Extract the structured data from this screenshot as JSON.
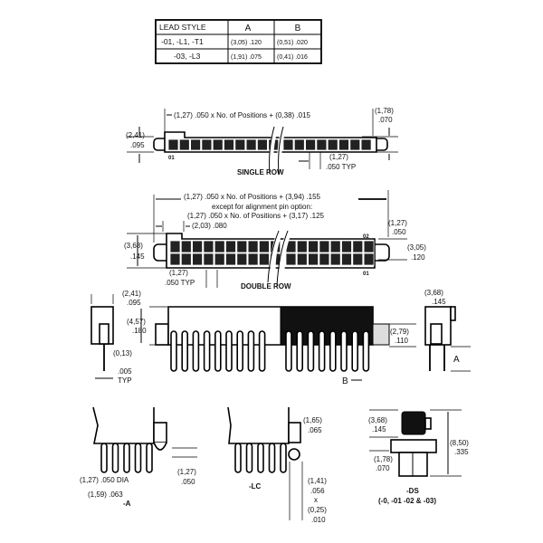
{
  "table": {
    "headers": [
      "LEAD STYLE",
      "A",
      "B"
    ],
    "rows": [
      [
        "-01, -L1, -T1",
        "(3,05) .120",
        "(0,51) .020"
      ],
      [
        "-03, -L3",
        "(1,91) .075",
        "(0,41) .016"
      ]
    ]
  },
  "single_row": {
    "label": "SINGLE ROW",
    "length_dim": "(1,27) .050 x No. of Positions + (0,38) .015",
    "height_mm": "(2,41)",
    "height_in": ".095",
    "tab_mm": "(1,78)",
    "tab_in": ".070",
    "pitch_mm": "(1,27)",
    "pitch_in": ".050 TYP",
    "pin1": "01"
  },
  "double_row": {
    "label": "DOUBLE ROW",
    "length_dim_1": "(1,27) .050 x No. of Positions + (3,94) .155",
    "length_dim_2": "except for alignment pin option:",
    "length_dim_3": "(1,27) .050 x No. of Positions + (3,17) .125",
    "offset_dim": "(2,03) .080",
    "height_mm": "(3,68)",
    "height_in": ".145",
    "row_mm": "(1,27)",
    "row_in": ".050",
    "tab_mm": "(3,05)",
    "tab_in": ".120",
    "pitch_mm": "(1,27)",
    "pitch_in": ".050 TYP",
    "pin02": "02",
    "pin01": "01"
  },
  "side_view": {
    "end_width_mm": "(2,41)",
    "end_width_in": ".095",
    "body_height_mm": "(4,57)",
    "body_height_in": ".180",
    "lead_mm": "(0,13)",
    "lead_in": ".005",
    "lead_typ": "TYP",
    "tab_height_mm": "(2,79)",
    "tab_height_in": ".110",
    "b_label": "B",
    "right_width_mm": "(3,68)",
    "right_width_in": ".145",
    "a_label": "A"
  },
  "detail_a": {
    "dia": "(1,27) .050 DIA",
    "offset": "(1,59) .063",
    "peg_mm": "(1,27)",
    "peg_in": ".050",
    "label": "-A"
  },
  "detail_lc": {
    "h_mm": "(1,65)",
    "h_in": ".065",
    "w_mm": "(1,41)",
    "w_in": ".056",
    "x": "x",
    "d_mm": "(0,25)",
    "d_in": ".010",
    "label": "-LC"
  },
  "detail_ds": {
    "top_mm": "(3,68)",
    "top_in": ".145",
    "flange_mm": "(1,78)",
    "flange_in": ".070",
    "total_mm": "(8,50)",
    "total_in": ".335",
    "label": "-DS",
    "sub_label": "(-0, -01 -02 & -03)"
  }
}
